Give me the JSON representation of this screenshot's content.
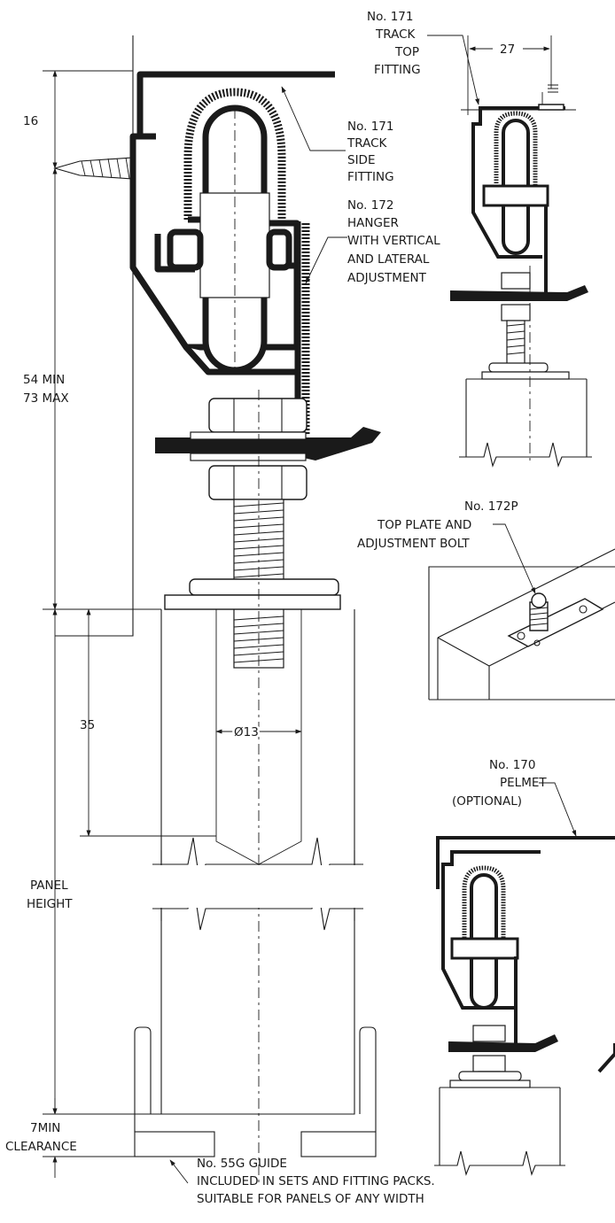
{
  "labels": {
    "dim_16": "16",
    "dim_54_73": [
      "54 MIN",
      "73 MAX"
    ],
    "dim_35": "35",
    "panel_height": [
      "PANEL",
      "HEIGHT"
    ],
    "clearance": [
      "7MIN",
      "CLEARANCE"
    ],
    "dia_13": "Ø13",
    "dim_27": "27",
    "track_top_fitting": [
      "No. 171",
      "TRACK",
      "TOP",
      "FITTING"
    ],
    "track_side_fitting": [
      "No. 171",
      "TRACK",
      "SIDE",
      "FITTING"
    ],
    "hanger": [
      "No. 172",
      "HANGER",
      "WITH VERTICAL",
      "AND LATERAL",
      "ADJUSTMENT"
    ],
    "top_plate": [
      "No. 172P",
      "TOP PLATE AND",
      "ADJUSTMENT BOLT"
    ],
    "pelmet": [
      "No. 170",
      "PELMET",
      "(OPTIONAL)"
    ],
    "guide": [
      "No. 55G GUIDE",
      "INCLUDED IN SETS AND FITTING PACKS.",
      "SUITABLE FOR PANELS OF ANY WIDTH"
    ]
  }
}
